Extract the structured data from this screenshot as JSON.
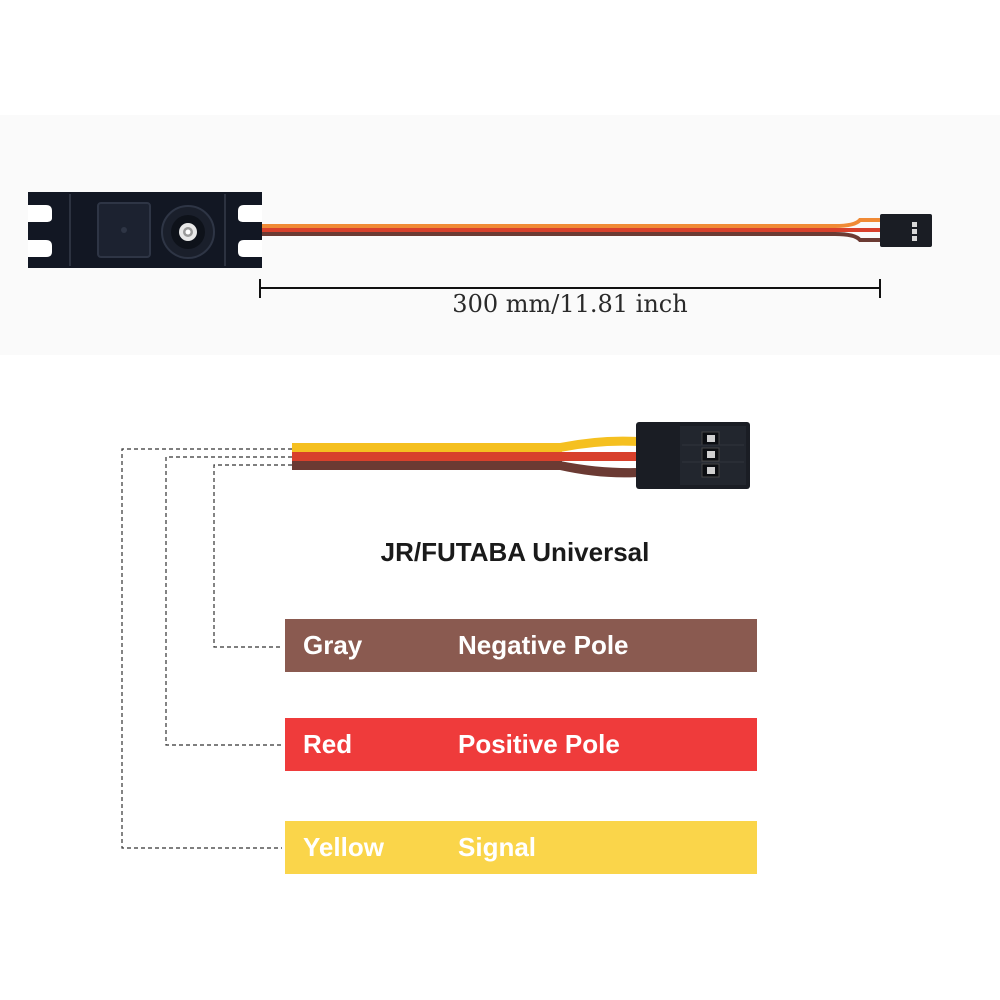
{
  "cable_length_label": "300 mm/11.81 inch",
  "connector_title": "JR/FUTABA Universal",
  "wires": [
    {
      "color_name": "Gray",
      "function": "Negative Pole",
      "swatch": "#8a5a50"
    },
    {
      "color_name": "Red",
      "function": "Positive Pole",
      "swatch": "#ef3b3b"
    },
    {
      "color_name": "Yellow",
      "function": "Signal",
      "swatch": "#fad54a"
    }
  ],
  "colors": {
    "servo_body": "#121723",
    "wire_orange": "#f08a35",
    "wire_red": "#d8402c",
    "wire_brown": "#6b3a33",
    "wire_yellow": "#f5c020",
    "connector": "#1a1d24"
  }
}
